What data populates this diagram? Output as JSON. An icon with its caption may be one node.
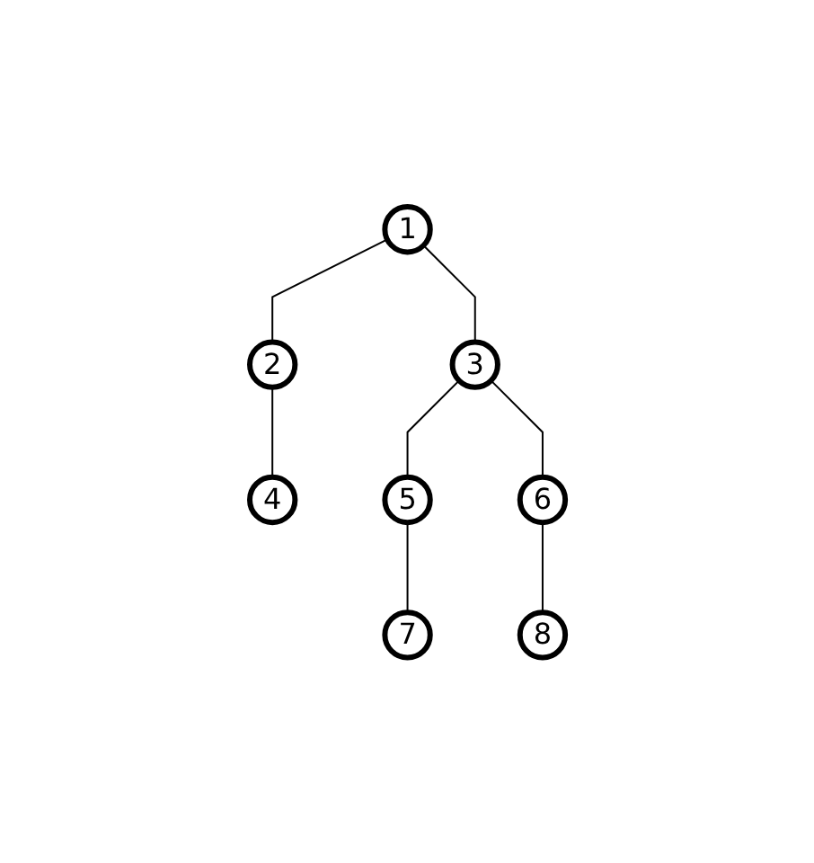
{
  "diagram": {
    "nodes": [
      {
        "text": [
          "1"
        ]
      },
      {
        "text": [
          "2"
        ]
      },
      {
        "text": [
          "3"
        ]
      },
      {
        "text": [
          "4"
        ]
      },
      {
        "text": [
          "5"
        ]
      },
      {
        "text": [
          "6"
        ]
      },
      {
        "text": [
          "7"
        ]
      },
      {
        "text": [
          "8"
        ]
      }
    ],
    "edges": [
      {
        "from": 0,
        "to": 1,
        "arrow": "none"
      },
      {
        "from": 0,
        "to": 2,
        "arrow": "none"
      },
      {
        "from": 1,
        "to": 3,
        "arrow": "none"
      },
      {
        "from": 2,
        "to": 4,
        "arrow": "none"
      },
      {
        "from": 2,
        "to": 5,
        "arrow": "none"
      },
      {
        "from": 4,
        "to": 6,
        "arrow": "none"
      },
      {
        "from": 5,
        "to": 7,
        "arrow": "none"
      }
    ]
  }
}
